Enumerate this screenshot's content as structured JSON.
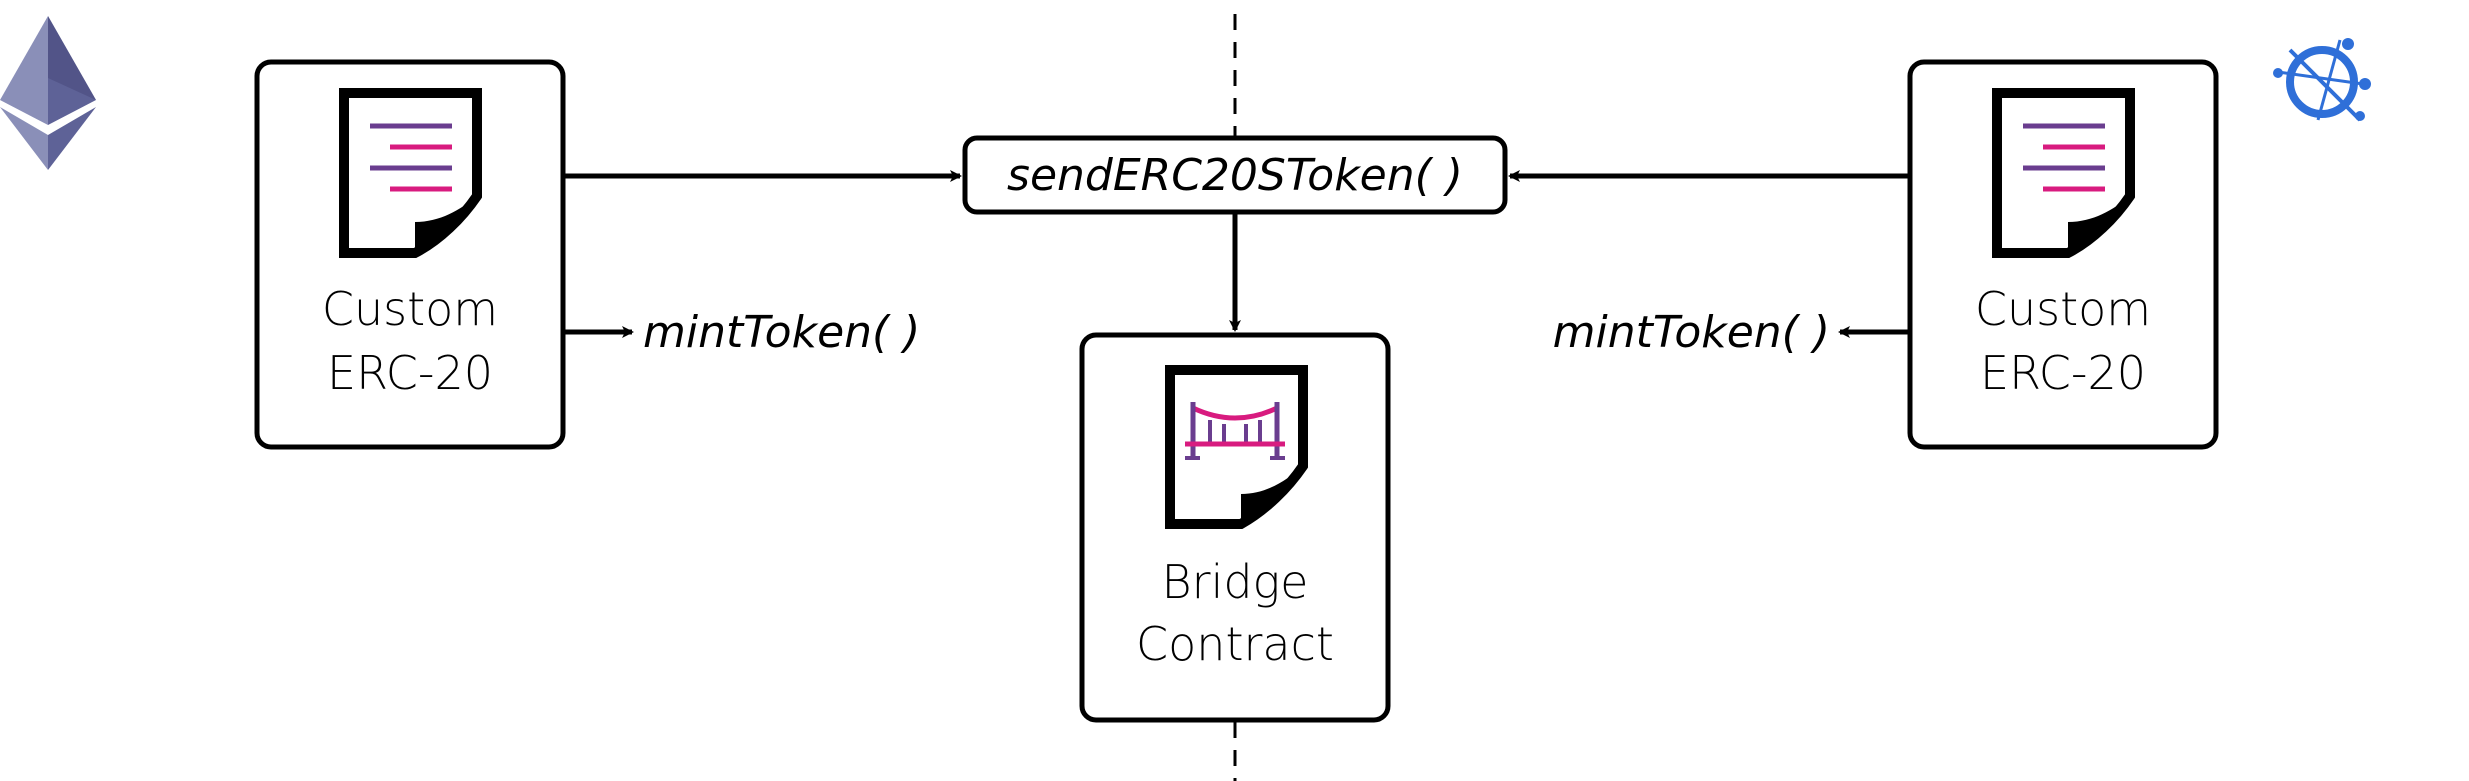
{
  "nodes": {
    "left_token": {
      "line1": "Custom",
      "line2": "ERC-20"
    },
    "right_token": {
      "line1": "Custom",
      "line2": "ERC-20"
    },
    "bridge": {
      "line1": "Bridge",
      "line2": "Contract"
    }
  },
  "functions": {
    "send": "sendERC20SToken( )",
    "mint_left": "mintToken( )",
    "mint_right": "mintToken( )"
  },
  "icons": {
    "left_chain": "ethereum-logo-icon",
    "right_chain": "skale-logo-icon",
    "token_doc": "document-icon",
    "bridge_doc": "bridge-document-icon"
  },
  "colors": {
    "stroke": "#000000",
    "text_line_purple": "#6a3d8f",
    "text_line_pink": "#d81b7f",
    "ethereum_dark": "#3c3c6e",
    "ethereum_light": "#8a8fb8",
    "skale_blue": "#2f6fd8"
  }
}
